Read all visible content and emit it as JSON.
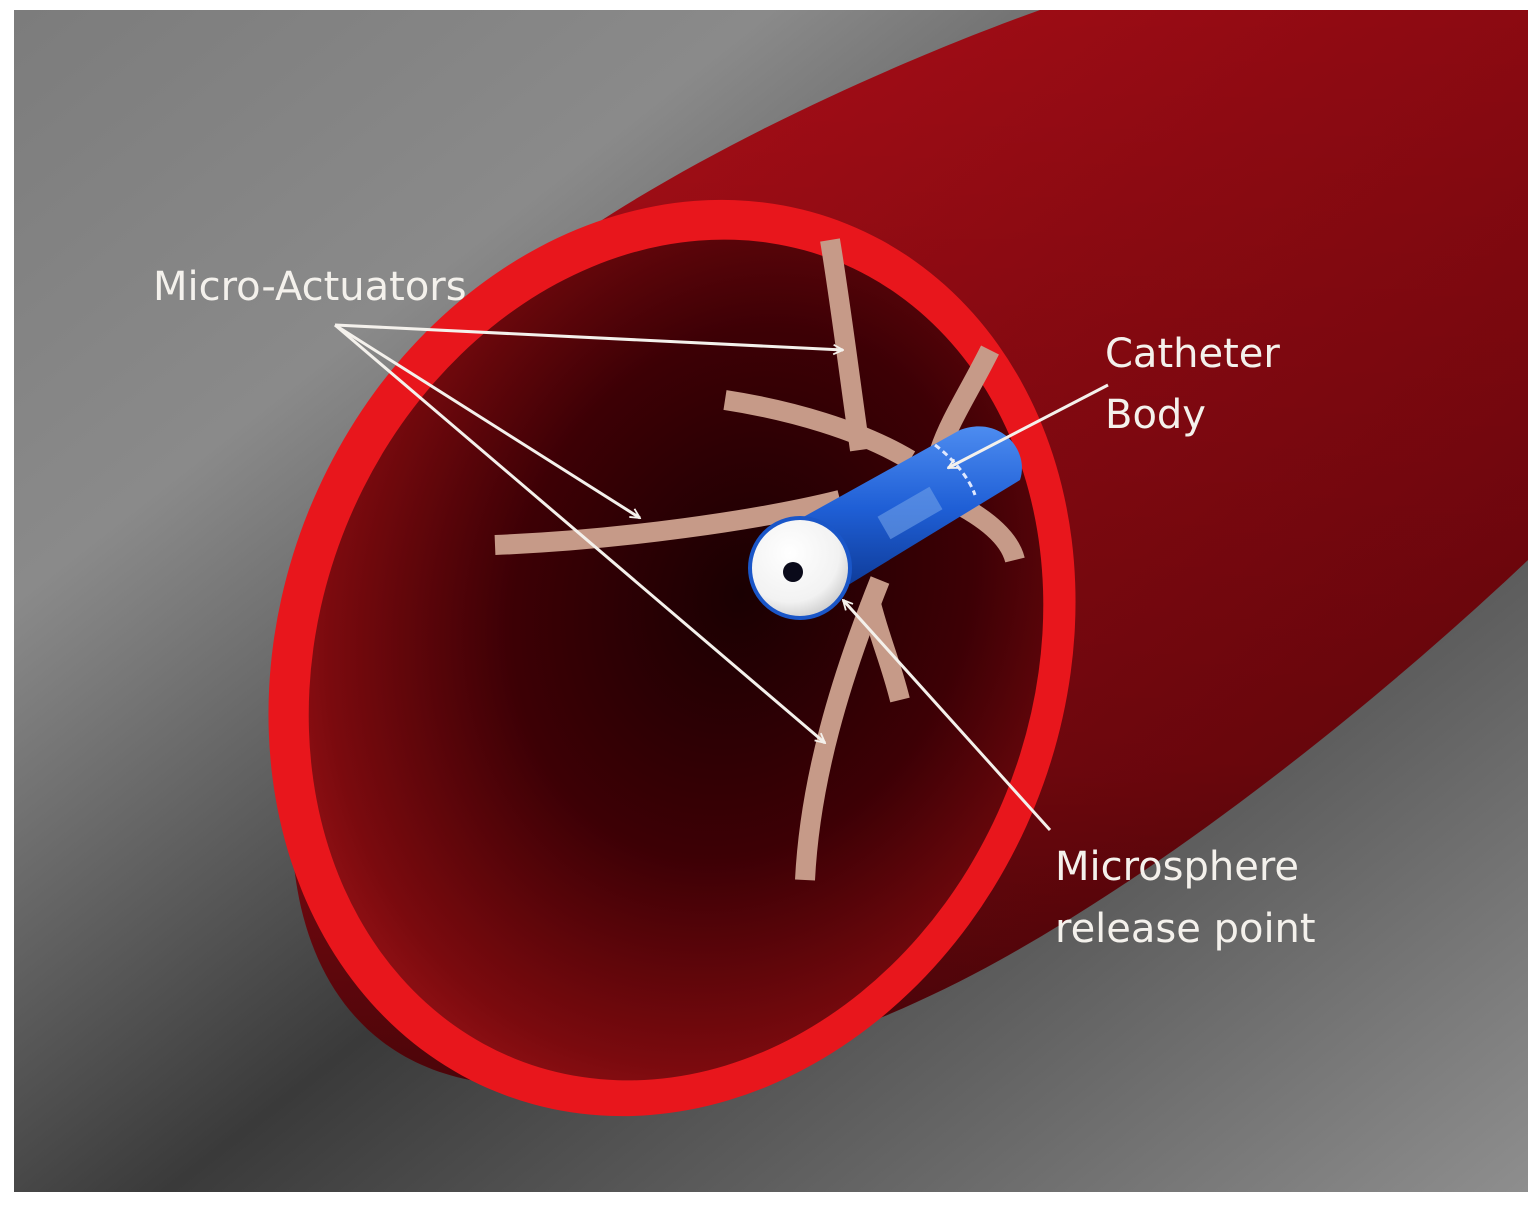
{
  "labels": {
    "micro_actuators": "Micro-Actuators",
    "catheter_line1": "Catheter",
    "catheter_line2": "Body",
    "microsphere_line1": "Microsphere",
    "microsphere_line2": "release point"
  },
  "colors": {
    "vessel_red": "#d0141a",
    "vessel_dark": "#4a0004",
    "rim_red": "#e8161c",
    "catheter_blue": "#1f5fd6",
    "actuator_tan": "#c69a88",
    "label_text": "#f4f1ec",
    "background_gray": "#7a7a7a"
  }
}
